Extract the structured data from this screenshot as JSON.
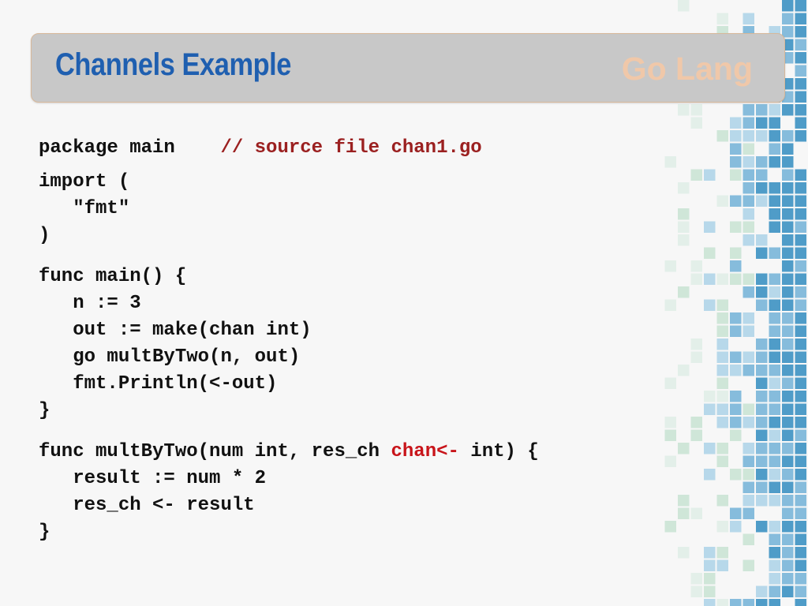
{
  "slide": {
    "title": "Channels Example",
    "subtitle": "Go Lang"
  },
  "code": {
    "lines": [
      {
        "text": "package main    ",
        "comment": "// source file chan1.go"
      },
      {
        "text": "import ("
      },
      {
        "text": "   \"fmt\""
      },
      {
        "text": ")"
      },
      {
        "text": "func main() {"
      },
      {
        "text": "   n := 3"
      },
      {
        "text": "   out := make(chan int)"
      },
      {
        "text": "   go multByTwo(n, out)"
      },
      {
        "text": "   fmt.Println(<-out)"
      },
      {
        "text": "}"
      },
      {
        "text": "func multByTwo(num int, res_ch ",
        "highlight": "chan<-",
        "after": " int) {"
      },
      {
        "text": "   result := num * 2"
      },
      {
        "text": "   res_ch <- result"
      },
      {
        "text": "}"
      }
    ]
  },
  "colors": {
    "title": "#1f5fb0",
    "subtitle": "#f5c9a6",
    "comment": "#9b2020",
    "highlight": "#c8141a",
    "mosaic": [
      "#4f9cc8",
      "#86bcdc",
      "#b7d8ea",
      "#cfe6d8",
      "#e3efe9"
    ]
  }
}
